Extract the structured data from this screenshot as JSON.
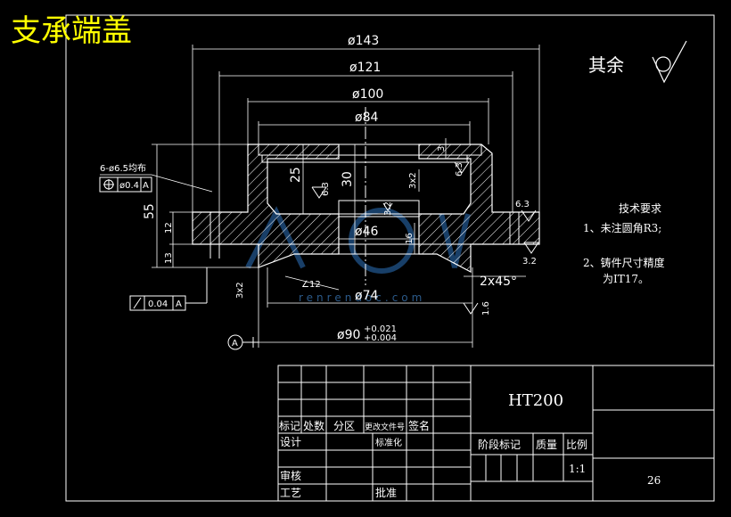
{
  "drawing": {
    "title": "支承端盖",
    "surface_note": "其余",
    "dims": {
      "d143": "ø143",
      "d121": "ø121",
      "d100": "ø100",
      "d84": "ø84",
      "d46": "ø46",
      "d74": "ø74",
      "d90": "ø90",
      "d90_tol_upper": "+0.021",
      "d90_tol_lower": "+0.004",
      "h55": "55",
      "h25": "25",
      "h30": "30",
      "h12": "12",
      "h13": "13",
      "h16": "16",
      "h3": "3",
      "h3x2a": "3x2",
      "h3x2b": "3x2",
      "chamfer": "2x45°",
      "angle12": "∠12",
      "r63a": "6.3",
      "r63b": "6.3",
      "r63c": "6.3",
      "r32a": "3.2",
      "r32b": "3.2",
      "r16": "1.6"
    },
    "holes_note": "6-ø6.5均布",
    "position_tol": "ø0.4",
    "position_datum": "A",
    "perp_tol": "0.04",
    "perp_datum": "A",
    "datum_label": "A",
    "watermark": "renrendoc.com",
    "tech_req": {
      "heading": "技术要求",
      "item1": "1、未注圆角R3;",
      "item2": "2、铸件尺寸精度",
      "item2b": "为IT17。"
    },
    "title_block": {
      "material": "HT200",
      "biaoji": "标记",
      "chushu": "处数",
      "fenqu": "分区",
      "gengai": "更改文件号",
      "qianming": "签名",
      "sheji": "设计",
      "biaozhunhua": "标准化",
      "shenhe": "审核",
      "gongyi": "工艺",
      "pizhun": "批准",
      "jieduan": "阶段标记",
      "zhiliang": "质量",
      "bili": "比例",
      "scale": "1:1",
      "sheet": "26"
    }
  }
}
